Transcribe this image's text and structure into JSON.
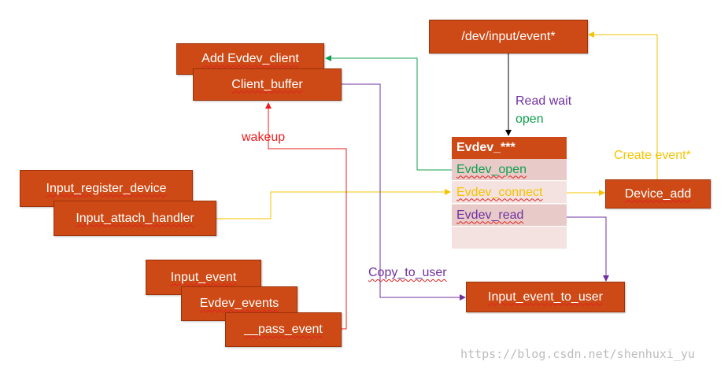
{
  "boxes": {
    "dev_input_event": "/dev/input/event*",
    "add_evdev_client": "Add Evdev_client",
    "client_buffer": "Client_buffer",
    "input_register_device": "Input_register_device",
    "input_attach_handler": "Input_attach_handler",
    "device_add": "Device_add",
    "input_event": "Input_event",
    "evdev_events": "Evdev_events",
    "pass_event": "__pass_event",
    "input_event_to_user": "Input_event_to_user"
  },
  "evdev_table": {
    "header": "Evdev_***",
    "rows": [
      "Evdev_open",
      "Evdev_connect",
      "Evdev_read"
    ]
  },
  "labels": {
    "read_wait": "Read wait",
    "open": "open",
    "wakeup": "wakeup",
    "create_event": "Create event*",
    "copy_to_user": "Copy_to_user"
  },
  "watermark": "https://blog.csdn.net/shenhuxi_yu",
  "colors": {
    "box_fill": "#cd4a16",
    "green": "#0fa04f",
    "yellow": "#f5c400",
    "purple": "#7030a0",
    "red": "#ee1c1c",
    "black": "#000000"
  }
}
